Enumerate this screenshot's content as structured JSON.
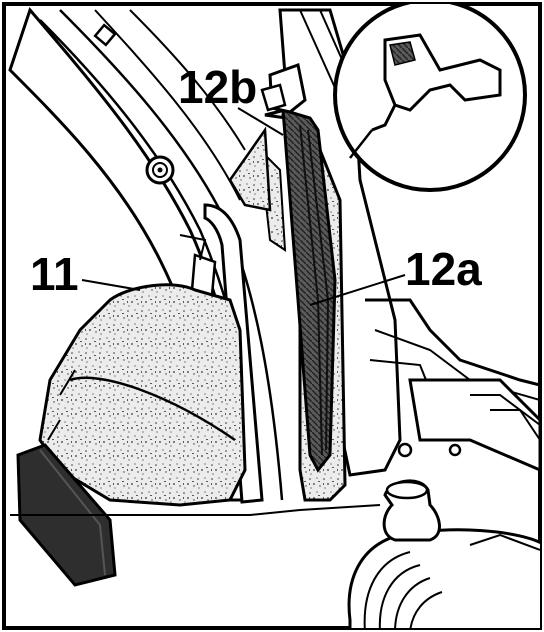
{
  "callouts": {
    "label_11": "11",
    "label_12a": "12a",
    "label_12b": "12b"
  },
  "colors": {
    "ink": "#000000",
    "paper": "#ffffff",
    "panel_fill": "#e9e9e9",
    "strip_fill": "#4a4a4a",
    "dark_edge": "#2a2a2a"
  },
  "icons": [
    "drill-icon"
  ]
}
